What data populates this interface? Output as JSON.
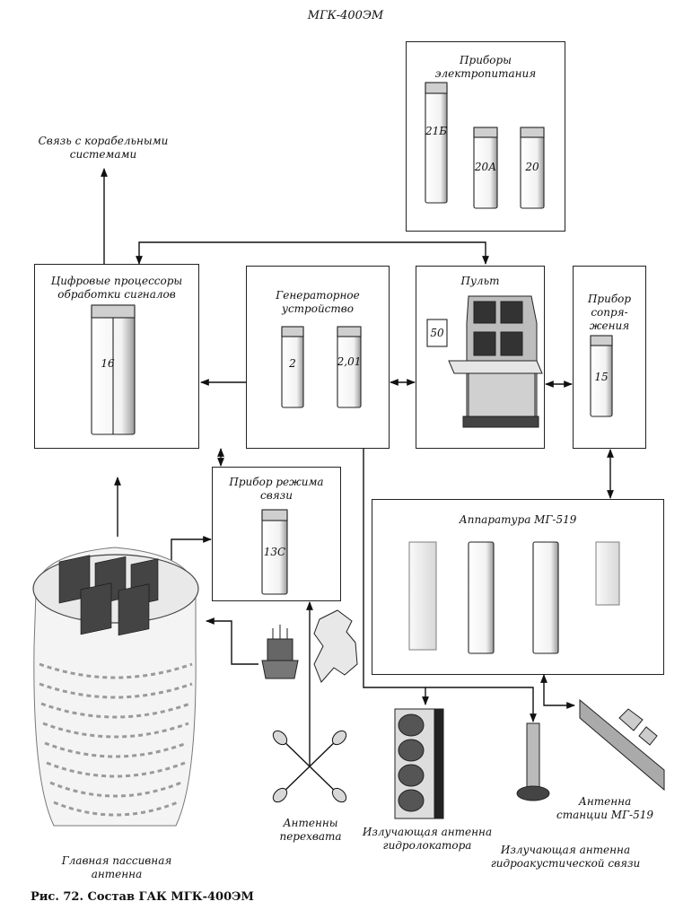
{
  "title": "МГК-400ЭМ",
  "caption": "Рис. 72. Состав ГАК МГК-400ЭМ",
  "power": {
    "title_1": "Приборы",
    "title_2": "электропитания",
    "units": [
      "21Б",
      "20А",
      "20"
    ]
  },
  "ship": {
    "label_1": "Связь с корабельными",
    "label_2": "системами"
  },
  "dsp": {
    "title_1": "Цифровые процессоры",
    "title_2": "обработки сигналов",
    "unit": "16"
  },
  "gen": {
    "title_1": "Генераторное",
    "title_2": "устройство",
    "units": [
      "2",
      "2,01"
    ]
  },
  "console": {
    "title": "Пульт",
    "unit": "50"
  },
  "interface": {
    "title_1": "Прибор",
    "title_2": "сопря-",
    "title_3": "жения",
    "unit": "15"
  },
  "comm": {
    "title_1": "Прибор режима",
    "title_2": "связи",
    "unit": "13С"
  },
  "mg519": {
    "title": "Аппаратура МГ-519"
  },
  "antennas": {
    "main_1": "Главная пассивная",
    "main_2": "антенна",
    "intercept_1": "Антенны",
    "intercept_2": "перехвата",
    "sonar_1": "Излучающая антенна",
    "sonar_2": "гидролокатора",
    "acoustic_1": "Излучающая антенна",
    "acoustic_2": "гидроакустической связи",
    "station_1": "Антенна",
    "station_2": "станции МГ-519"
  }
}
